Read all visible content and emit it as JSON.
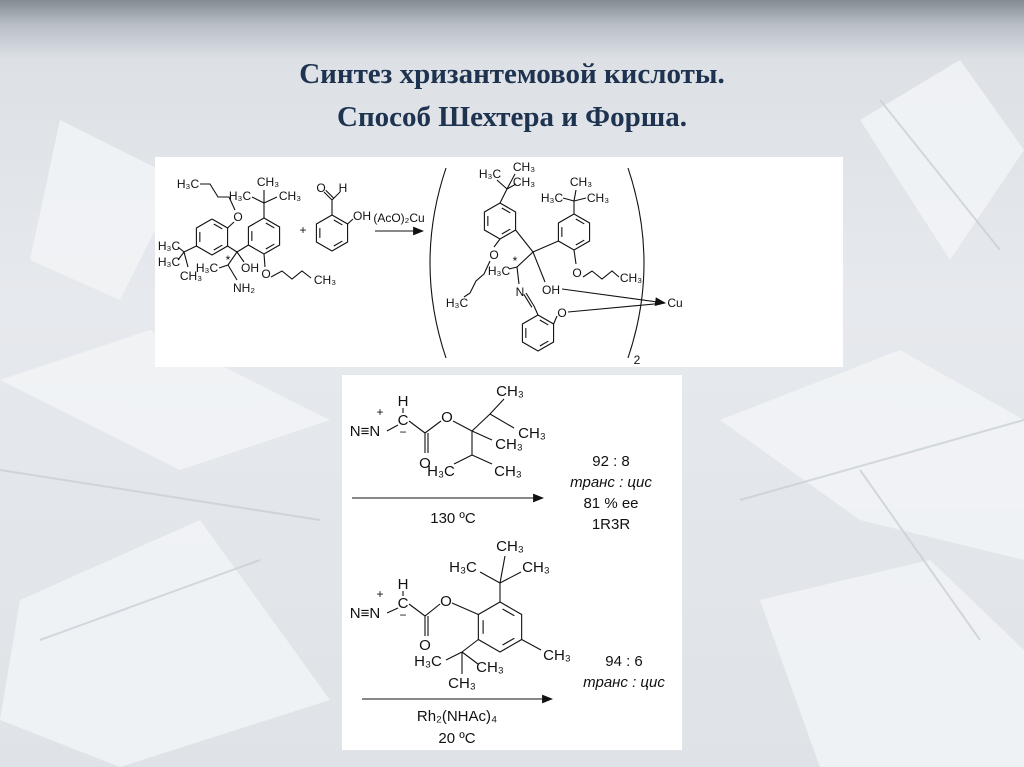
{
  "title": {
    "line1": "Синтез хризантемовой кислоты.",
    "line2": "Способ Шехтера и Форша."
  },
  "scheme1": {
    "reactant1": [
      "H₃C",
      "O",
      "H₃C",
      "H₃C",
      "CH₃",
      "H₃C",
      "*",
      "OH",
      "NH₂",
      "CH₃",
      "H₃C",
      "CH₃",
      "O",
      "CH₃"
    ],
    "plus": "+",
    "aldehyde": [
      "O",
      "H",
      "OH"
    ],
    "reagent": "(AcO)₂Cu",
    "product": [
      "H₃C",
      "CH₃",
      "CH₃",
      "O",
      "H₃C",
      "CH₃",
      "H₃C",
      "CH₃",
      "O",
      "CH₃",
      "H₃C",
      "*",
      "N",
      "OH",
      "O",
      "Cu"
    ],
    "multiplier": "2"
  },
  "scheme2": {
    "diazo1": [
      "N≡N",
      "+",
      "H",
      "C",
      "−",
      "O",
      "O",
      "CH₃",
      "CH₃",
      "CH₃",
      "H₃C",
      "CH₃"
    ],
    "condition1": "130 ºC",
    "result1": {
      "ratio": "92 : 8",
      "label": "транс : цис",
      "ee": "81 % ee",
      "config": "1R3R"
    },
    "diazo2": [
      "N≡N",
      "+",
      "H",
      "C",
      "−",
      "O",
      "O",
      "CH₃",
      "H₃C",
      "CH₃",
      "CH₃",
      "H₃C",
      "CH₃",
      "CH₃"
    ],
    "catalyst2": "Rh₂(NHAc)₄",
    "condition2": "20 ºC",
    "result2": {
      "ratio": "94 : 6",
      "label": "транс : цис"
    }
  }
}
